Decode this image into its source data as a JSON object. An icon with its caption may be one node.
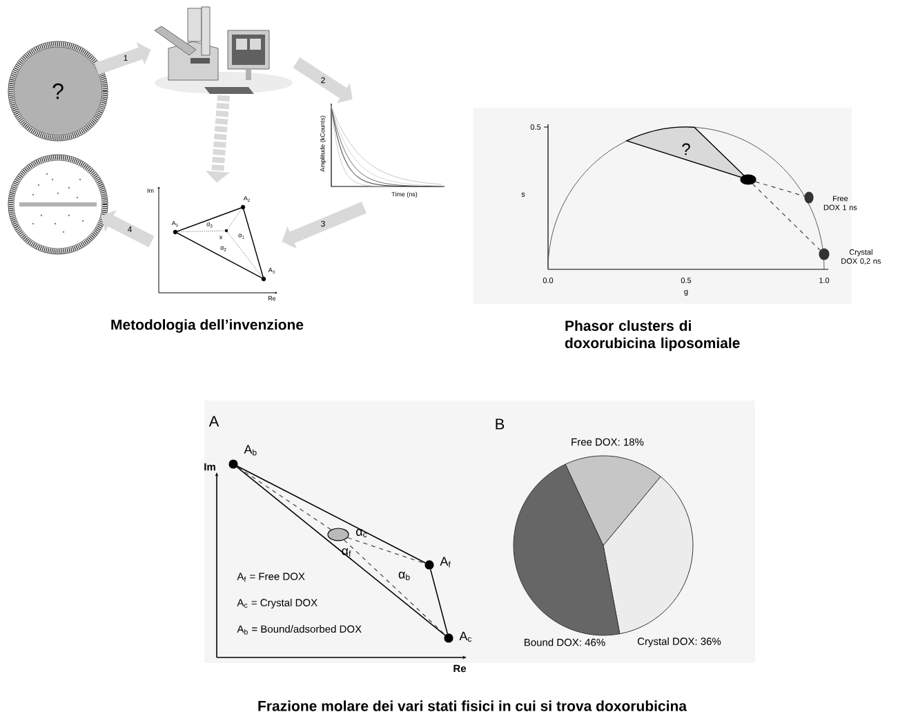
{
  "diagram": {
    "nodes": [
      {
        "text": [
          "?"
        ]
      },
      {
        "text": [],
        "shape": "picture"
      },
      {
        "text": [
          "Amplitude (kCounts)",
          "Time (ns)"
        ]
      },
      {
        "text": [
          "Im",
          "Re",
          "A$_{1}$",
          "A$_{2}$",
          "A$_{3}$",
          "α$_{3}$",
          "α$_{1}$",
          "α$_{2}$",
          "x"
        ]
      },
      {
        "text": [],
        "shape": "circle"
      },
      {
        "text": [
          "?"
        ]
      },
      {
        "text": [],
        "shape": "circle"
      },
      {
        "text": [],
        "shape": "circle",
        "beside": [
          "Free DOX 1 ns"
        ]
      },
      {
        "text": [],
        "shape": "circle",
        "beside": [
          "Crystal DOX 0,2 ns"
        ]
      },
      {
        "text": [],
        "shape": "circle",
        "beside": [
          "A$_{b}$"
        ]
      },
      {
        "text": [],
        "shape": "circle"
      },
      {
        "text": [],
        "shape": "circle",
        "beside": [
          "A$_{f}$"
        ]
      },
      {
        "text": [],
        "shape": "circle",
        "beside": [
          "A$_{c}$"
        ]
      }
    ],
    "edges": [
      {
        "from": 0,
        "to": 1,
        "arrow": "to",
        "label": "1",
        "style": "thick",
        "color": "#d9d9d9"
      },
      {
        "from": 1,
        "to": 2,
        "arrow": "to",
        "label": "2",
        "style": "thick",
        "color": "#d9d9d9"
      },
      {
        "from": 2,
        "to": 3,
        "arrow": "to",
        "label": "3",
        "style": "thick",
        "color": "#d9d9d9"
      },
      {
        "from": 3,
        "to": 4,
        "arrow": "to",
        "label": "4",
        "style": "thick",
        "color": "#d9d9d9"
      },
      {
        "from": 1,
        "to": 3,
        "arrow": "to",
        "style": "dashed",
        "color": "#d9d9d9"
      },
      {
        "from": 6,
        "to": 7,
        "arrow": "none",
        "style": "dashed",
        "color": "#404040"
      },
      {
        "from": 6,
        "to": 8,
        "arrow": "none",
        "style": "dashed",
        "color": "#404040"
      },
      {
        "from": 9,
        "to": 11,
        "arrow": "none",
        "color": "#000000"
      },
      {
        "from": 11,
        "to": 12,
        "arrow": "none",
        "color": "#000000"
      },
      {
        "from": 9,
        "to": 12,
        "arrow": "none",
        "color": "#000000"
      },
      {
        "from": 10,
        "to": 9,
        "arrow": "none",
        "style": "dashed",
        "color": "#404040"
      },
      {
        "from": 10,
        "to": 11,
        "arrow": "none",
        "style": "dashed",
        "color": "#404040"
      },
      {
        "from": 10,
        "to": 12,
        "arrow": "none",
        "style": "dashed",
        "color": "#404040"
      }
    ],
    "labels": [
      "Metodologia dell’invenzione",
      "0.5",
      "s",
      "0.0",
      "0.5",
      "1.0",
      "g",
      "Phasor clusters di doxorubicina liposomiale",
      "A",
      "B",
      "Im",
      "Re",
      "α$_{c}$",
      "α$_{f}$",
      "A$_{f}$ = Free DOX",
      "α$_{b}$",
      "A$_{c}$ = Crystal DOX",
      "A$_{b}$ = Bound/adsorbed DOX",
      "Frazione molare dei vari stati fisici in cui si trova doxorubicina"
    ],
    "chart_data": {
      "type": "pie",
      "categories": [
        "Free DOX: 18%",
        "Crystal DOX: 36%",
        "Bound DOX: 46%"
      ],
      "values": [
        18,
        36,
        46
      ]
    }
  }
}
